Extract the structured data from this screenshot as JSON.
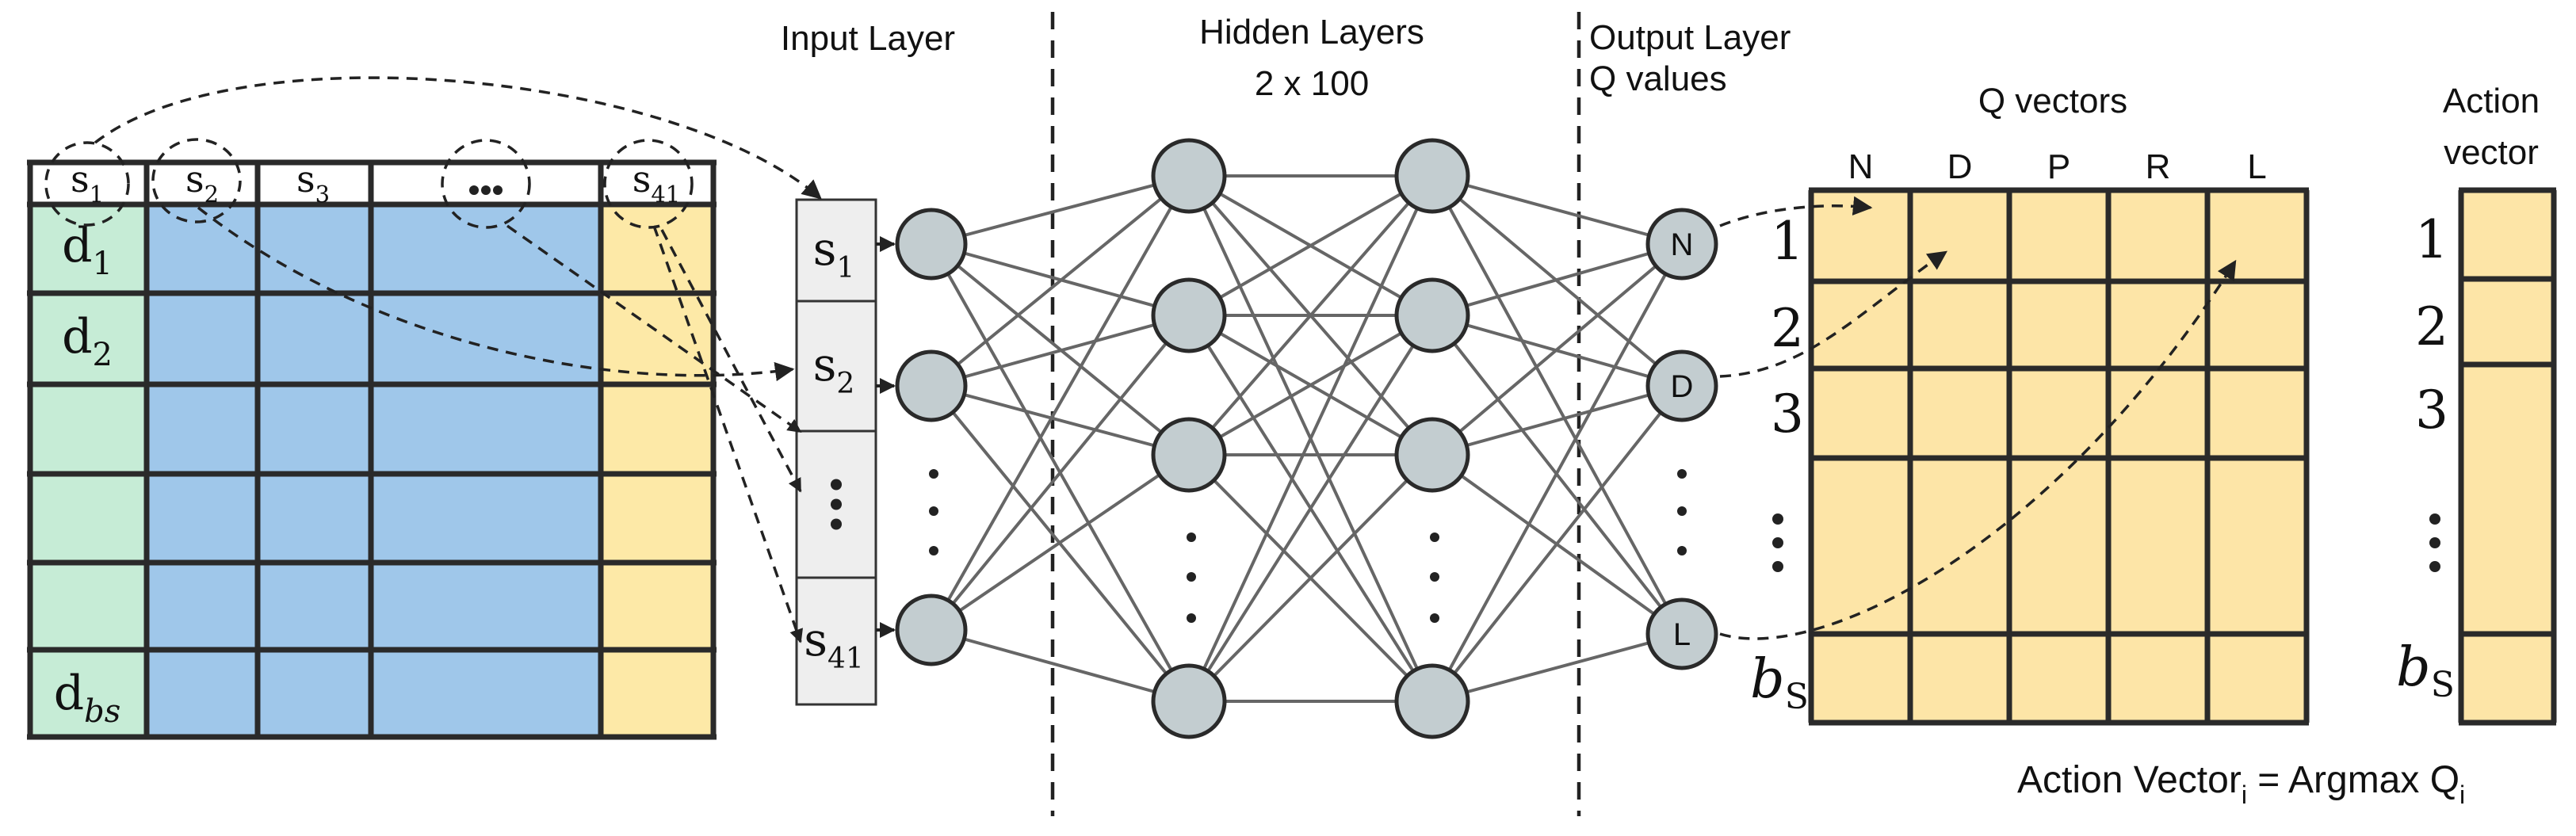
{
  "titles": {
    "input_layer": "Input Layer",
    "hidden_layers_line1": "Hidden Layers",
    "hidden_layers_line2": "2 x 100",
    "output_layer_line1": "Output Layer",
    "output_layer_line2": "Q values",
    "q_vectors": "Q vectors",
    "action_vector_line1": "Action",
    "action_vector_line2": "vector"
  },
  "data_table": {
    "feature_headers": [
      {
        "base": "s",
        "sub": "1"
      },
      {
        "base": "s",
        "sub": "2"
      },
      {
        "base": "s",
        "sub": "3"
      },
      {
        "base": "",
        "sub": ""
      },
      {
        "base": "s",
        "sub": "41"
      }
    ],
    "row_labels": [
      {
        "base": "d",
        "sub": "1"
      },
      {
        "base": "d",
        "sub": "2"
      },
      {
        "base": "",
        "sub": ""
      },
      {
        "base": "",
        "sub": ""
      },
      {
        "base": "",
        "sub": ""
      },
      {
        "base": "d",
        "sub": "bs"
      }
    ],
    "colors": {
      "row_label": "#c6ecd6",
      "feature": "#9fc7ea",
      "last_feature": "#fde9a7"
    }
  },
  "input_layer": {
    "cells": [
      {
        "base": "s",
        "sub": "1"
      },
      {
        "base": "s",
        "sub": "2"
      },
      {
        "base": "",
        "sub": ""
      },
      {
        "base": "s",
        "sub": "41"
      }
    ],
    "fill": "#eeeeee"
  },
  "output_nodes": [
    "N",
    "D",
    "L"
  ],
  "q_matrix": {
    "columns": [
      "N",
      "D",
      "P",
      "R",
      "L"
    ],
    "row_labels": [
      "1",
      "2",
      "3",
      "",
      ""
    ],
    "last_row_label": {
      "base": "b",
      "sub": "S"
    },
    "fill": "#fde5a7"
  },
  "action_vector": {
    "row_labels": [
      "1",
      "2",
      "3",
      ""
    ],
    "last_row_label": {
      "base": "b",
      "sub": "S"
    },
    "fill": "#fde5a7"
  },
  "formula": {
    "lhs": "Action Vector",
    "lhs_sub": "i",
    "eq": " = Argmax Q",
    "rhs_sub": "i"
  },
  "colors": {
    "node_fill": "#c3cdd0",
    "edge": "#666666",
    "outline": "#2a2a2a"
  }
}
